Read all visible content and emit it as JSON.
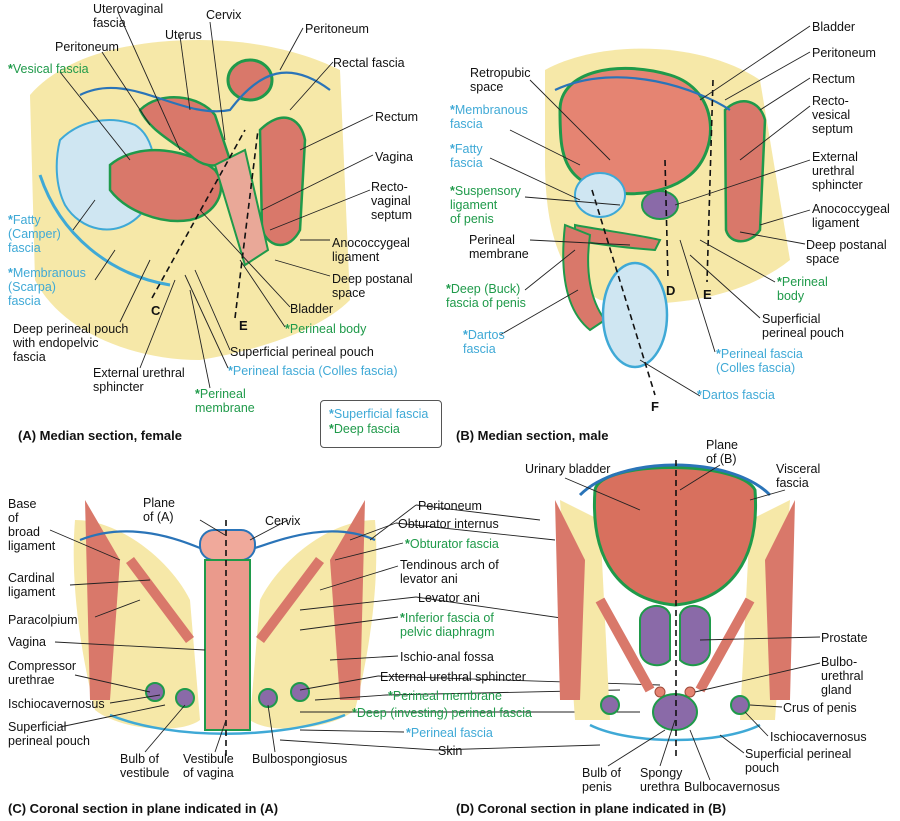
{
  "panels": {
    "a": {
      "caption": "(A) Median section, female",
      "labels": [
        {
          "text": "Uterovaginal\nfascia",
          "c": "k"
        },
        {
          "text": "Cervix",
          "c": "k"
        },
        {
          "text": "Uterus",
          "c": "k"
        },
        {
          "text": "Peritoneum",
          "c": "k"
        },
        {
          "text": "Peritoneum",
          "c": "k"
        },
        {
          "text": "*Vesical  fascia",
          "c": "g"
        },
        {
          "text": "Rectal fascia",
          "c": "k"
        },
        {
          "text": "Rectum",
          "c": "k"
        },
        {
          "text": "Vagina",
          "c": "k"
        },
        {
          "text": "Recto-\nvaginal\nseptum",
          "c": "k"
        },
        {
          "text": "*Fatty\n(Camper)\nfascia",
          "c": "b"
        },
        {
          "text": "Anococcygeal\nligament",
          "c": "k"
        },
        {
          "text": "Deep postanal\nspace",
          "c": "k"
        },
        {
          "text": "*Membranous\n(Scarpa)\nfascia",
          "c": "b"
        },
        {
          "text": "Bladder",
          "c": "k"
        },
        {
          "text": "*Perineal body",
          "c": "g"
        },
        {
          "text": "Deep perineal pouch\nwith endopelvic\nfascia",
          "c": "k"
        },
        {
          "text": "Superficial perineal pouch",
          "c": "k"
        },
        {
          "text": "*Perineal fascia (Colles fascia)",
          "c": "b"
        },
        {
          "text": "External urethral\nsphincter",
          "c": "k"
        },
        {
          "text": "*Perineal\nmembrane",
          "c": "g"
        },
        {
          "text": "C",
          "c": "L"
        },
        {
          "text": "E",
          "c": "L"
        }
      ]
    },
    "b": {
      "caption": "(B) Median section, male",
      "labels": [
        {
          "text": "Bladder",
          "c": "k"
        },
        {
          "text": "Peritoneum",
          "c": "k"
        },
        {
          "text": "Retropubic\nspace",
          "c": "k"
        },
        {
          "text": "Rectum",
          "c": "k"
        },
        {
          "text": "Recto-\nvesical\nseptum",
          "c": "k"
        },
        {
          "text": "*Membranous\nfascia",
          "c": "b"
        },
        {
          "text": "*Fatty\nfascia",
          "c": "b"
        },
        {
          "text": "External\nurethral\nsphincter",
          "c": "k"
        },
        {
          "text": "*Suspensory\nligament\nof penis",
          "c": "g"
        },
        {
          "text": "Anococcygeal\nligament",
          "c": "k"
        },
        {
          "text": "Perineal\nmembrane",
          "c": "k"
        },
        {
          "text": "Deep postanal\nspace",
          "c": "k"
        },
        {
          "text": "*Deep (Buck)\nfascia of penis",
          "c": "g"
        },
        {
          "text": "*Perineal\nbody",
          "c": "g"
        },
        {
          "text": "Superficial\nperineal pouch",
          "c": "k"
        },
        {
          "text": "*Dartos\nfascia",
          "c": "b"
        },
        {
          "text": "*Perineal fascia\n(Colles fascia)",
          "c": "b"
        },
        {
          "text": "*Dartos fascia",
          "c": "b"
        },
        {
          "text": "D",
          "c": "L"
        },
        {
          "text": "E",
          "c": "L"
        },
        {
          "text": "F",
          "c": "L"
        }
      ]
    },
    "c": {
      "caption": "(C) Coronal section in plane indicated in (A)",
      "labels": [
        {
          "text": "Base\nof\nbroad\nligament",
          "c": "k"
        },
        {
          "text": "Plane\nof (A)",
          "c": "k"
        },
        {
          "text": "Cervix",
          "c": "k"
        },
        {
          "text": "Cardinal\nligament",
          "c": "k"
        },
        {
          "text": "Paracolpium",
          "c": "k"
        },
        {
          "text": "Vagina",
          "c": "k"
        },
        {
          "text": "Compressor\nurethrae",
          "c": "k"
        },
        {
          "text": "Ischiocavernosus",
          "c": "k"
        },
        {
          "text": "Superficial\nperineal pouch",
          "c": "k"
        },
        {
          "text": "Bulb of\nvestibule",
          "c": "k"
        },
        {
          "text": "Vestibule\nof vagina",
          "c": "k"
        },
        {
          "text": "Bulbospongiosus",
          "c": "k"
        }
      ]
    },
    "center": {
      "labels": [
        {
          "text": "Peritoneum",
          "c": "k"
        },
        {
          "text": "Obturator internus",
          "c": "k"
        },
        {
          "text": "*Obturator fascia",
          "c": "g"
        },
        {
          "text": "Tendinous arch of\nlevator ani",
          "c": "k"
        },
        {
          "text": "Levator ani",
          "c": "k"
        },
        {
          "text": "*Inferior fascia of\npelvic diaphragm",
          "c": "g"
        },
        {
          "text": "Ischio-anal fossa",
          "c": "k"
        },
        {
          "text": "External urethral sphincter",
          "c": "k"
        },
        {
          "text": "*Perineal membrane",
          "c": "g"
        },
        {
          "text": "*Deep (investing) perineal fascia",
          "c": "g"
        },
        {
          "text": "*Perineal fascia",
          "c": "b"
        },
        {
          "text": "Skin",
          "c": "k"
        }
      ]
    },
    "d": {
      "caption": "(D) Coronal section in plane indicated in (B)",
      "labels": [
        {
          "text": "Plane\nof (B)",
          "c": "k"
        },
        {
          "text": "Urinary bladder",
          "c": "k"
        },
        {
          "text": "Visceral\nfascia",
          "c": "k"
        },
        {
          "text": "Prostate",
          "c": "k"
        },
        {
          "text": "Bulbo-\nurethral\ngland",
          "c": "k"
        },
        {
          "text": "Crus of penis",
          "c": "k"
        },
        {
          "text": "Ischiocavernosus",
          "c": "k"
        },
        {
          "text": "Superficial perineal\npouch",
          "c": "k"
        },
        {
          "text": "Bulbocavernosus",
          "c": "k"
        },
        {
          "text": "Bulb of\npenis",
          "c": "k"
        },
        {
          "text": "Spongy\nurethra",
          "c": "k"
        }
      ]
    }
  },
  "legend": {
    "superficial": "*Superficial fascia",
    "deep": "*Deep fascia"
  },
  "colors": {
    "superficial_fascia": "#3fa9d6",
    "deep_fascia": "#1f9a4a",
    "muscle": "#d9786a",
    "fat": "#f6e8a8",
    "peritoneum": "#2a74b8",
    "gland": "#8a6aa8"
  }
}
